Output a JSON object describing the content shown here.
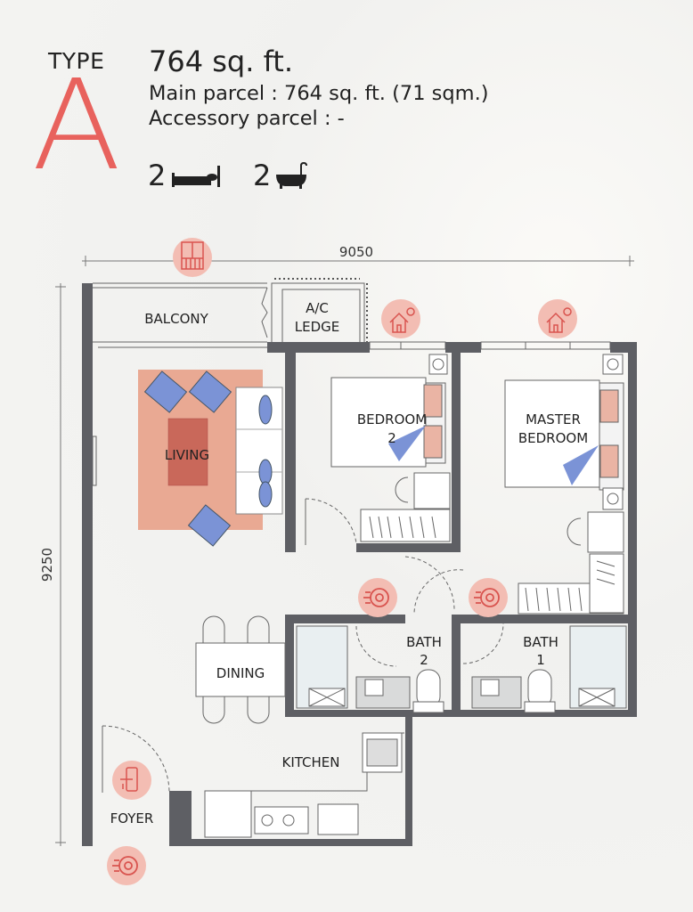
{
  "header": {
    "type_label": "TYPE",
    "type_letter": "A",
    "area": "764 sq. ft.",
    "main_parcel": "Main parcel : 764 sq. ft. (71 sqm.)",
    "accessory_parcel": "Accessory parcel : -",
    "bedrooms": "2",
    "bathrooms": "2",
    "bed_icon": "bed-icon",
    "bath_icon": "bathtub-icon"
  },
  "dimensions": {
    "width": "9050",
    "height": "9250"
  },
  "rooms": {
    "balcony": "BALCONY",
    "ac_ledge_1": "A/C",
    "ac_ledge_2": "LEDGE",
    "living": "LIVING",
    "bedroom2_1": "BEDROOM",
    "bedroom2_2": "2",
    "master_1": "MASTER",
    "master_2": "BEDROOM",
    "bath2_1": "BATH",
    "bath2_2": "2",
    "bath1_1": "BATH",
    "bath1_2": "1",
    "dining": "DINING",
    "kitchen": "KITCHEN",
    "foyer": "FOYER"
  },
  "colors": {
    "accent": "#e8625d",
    "wall": "#5e5f64",
    "badge": "#f3bdb3",
    "icon": "#d9544f",
    "furniture_blue": "#7b93d6",
    "rug": "#e9a993"
  }
}
